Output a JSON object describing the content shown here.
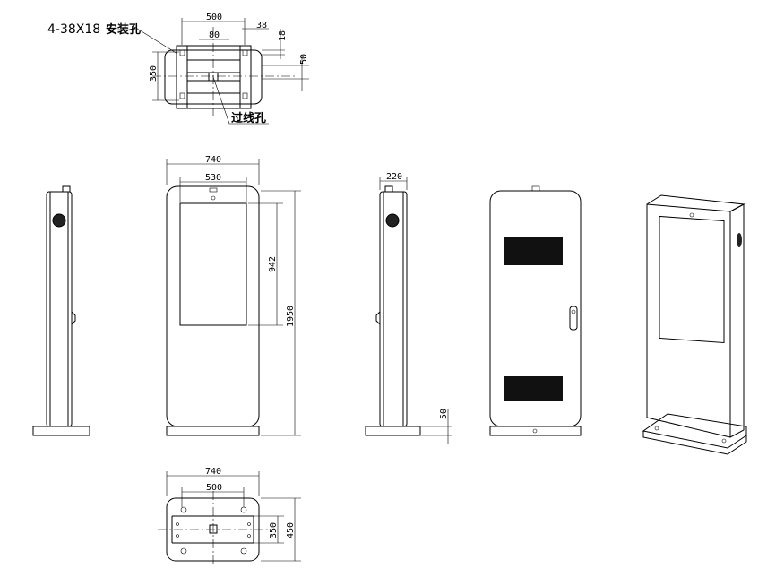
{
  "annotations": {
    "mounting_holes": "4-38X18",
    "mounting_holes_cn": "安装孔",
    "cable_hole": "过线孔"
  },
  "top_view": {
    "d_500": "500",
    "d_38": "38",
    "d_80": "80",
    "d_18": "18",
    "d_50": "50",
    "d_350": "350"
  },
  "front_view": {
    "d_740": "740",
    "d_530": "530",
    "d_942": "942",
    "d_1950": "1950"
  },
  "side_view": {
    "d_220": "220",
    "d_50": "50"
  },
  "base_view": {
    "d_740": "740",
    "d_500": "500",
    "d_350": "350",
    "d_450": "450"
  }
}
